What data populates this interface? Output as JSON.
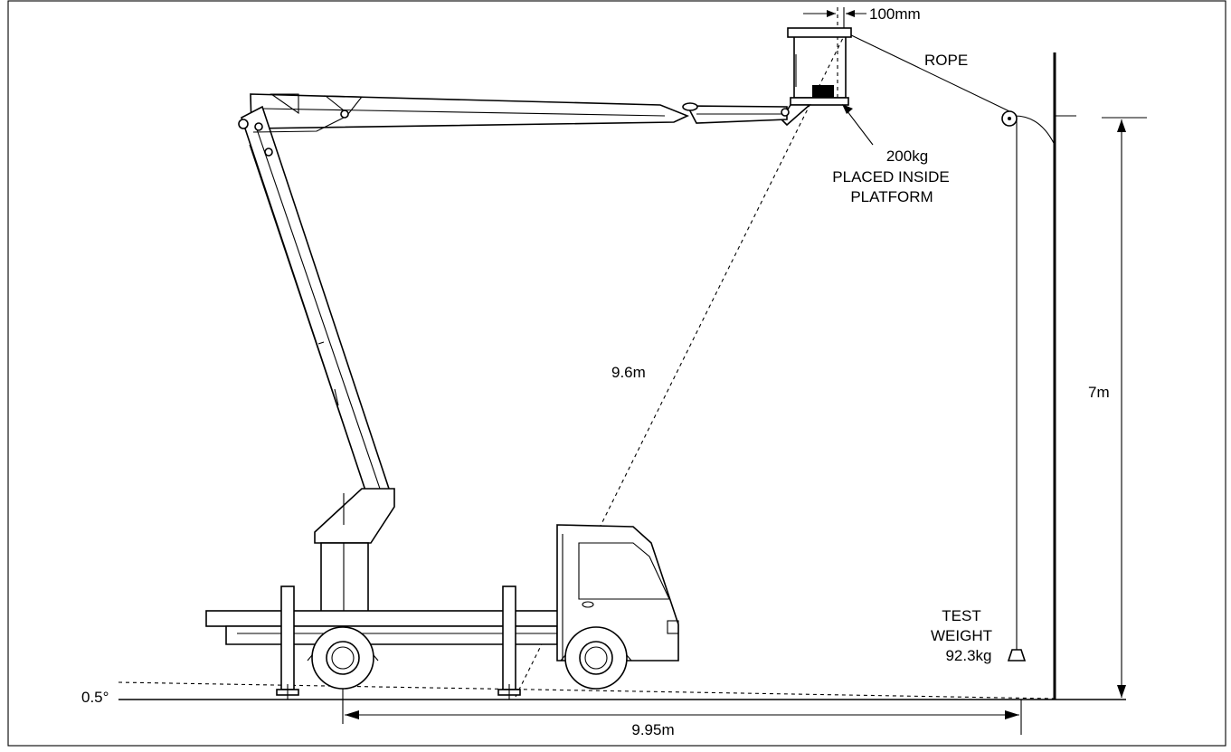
{
  "labels": {
    "gap": "100mm",
    "rope": "ROPE",
    "load_line1": "200kg",
    "load_line2": "PLACED INSIDE",
    "load_line3": "PLATFORM",
    "diagonal": "9.6m",
    "height": "7m",
    "test_line1": "TEST",
    "test_line2": "WEIGHT",
    "test_line3": "92.3kg",
    "angle": "0.5°",
    "horizontal": "9.95m"
  },
  "colors": {
    "ink": "#000000",
    "background": "#ffffff"
  }
}
